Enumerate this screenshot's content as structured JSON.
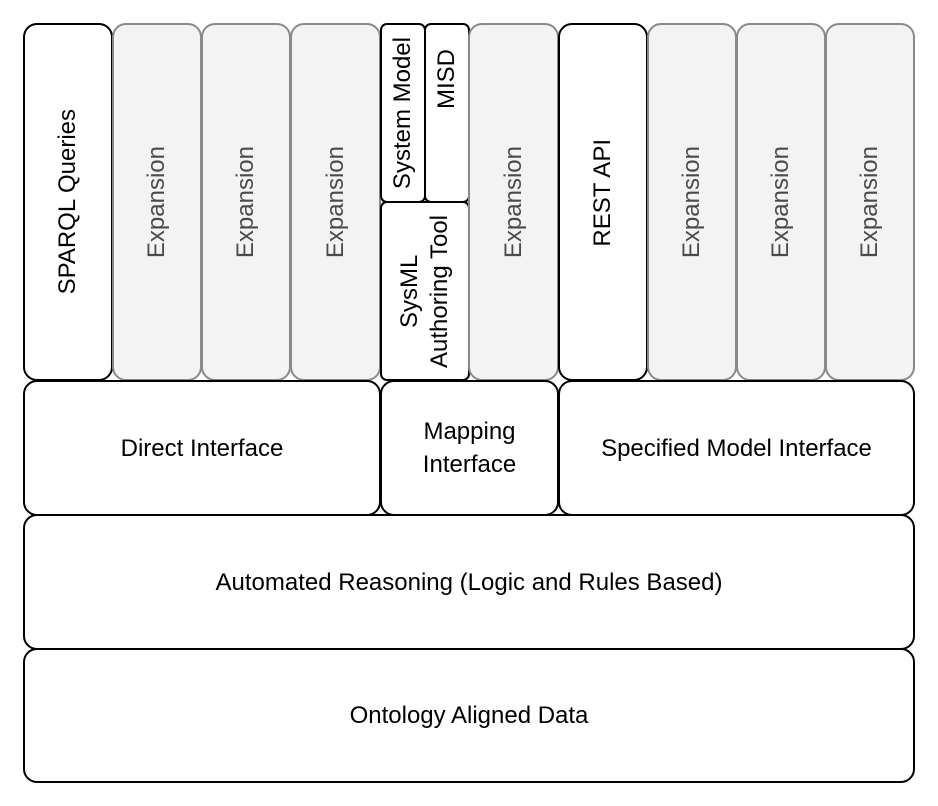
{
  "columns": {
    "sparql_queries": "SPARQL Queries",
    "expansion_1": "Expansion",
    "expansion_2": "Expansion",
    "expansion_3": "Expansion",
    "system_model": "System Model",
    "misd": "MISD",
    "sysml_authoring_tool": "SysML\nAuthoring Tool",
    "expansion_4": "Expansion",
    "rest_api": "REST API",
    "expansion_5": "Expansion",
    "expansion_6": "Expansion",
    "expansion_7": "Expansion"
  },
  "interfaces": {
    "direct": "Direct Interface",
    "mapping": "Mapping\nInterface",
    "specified_model": "Specified Model Interface"
  },
  "layers": {
    "automated_reasoning": "Automated Reasoning (Logic and Rules Based)",
    "ontology_aligned_data": "Ontology Aligned Data"
  },
  "colors": {
    "box_border": "#000000",
    "box_fill": "#ffffff",
    "expansion_fill": "#f3f3f3",
    "expansion_border": "#8a8a8a"
  }
}
